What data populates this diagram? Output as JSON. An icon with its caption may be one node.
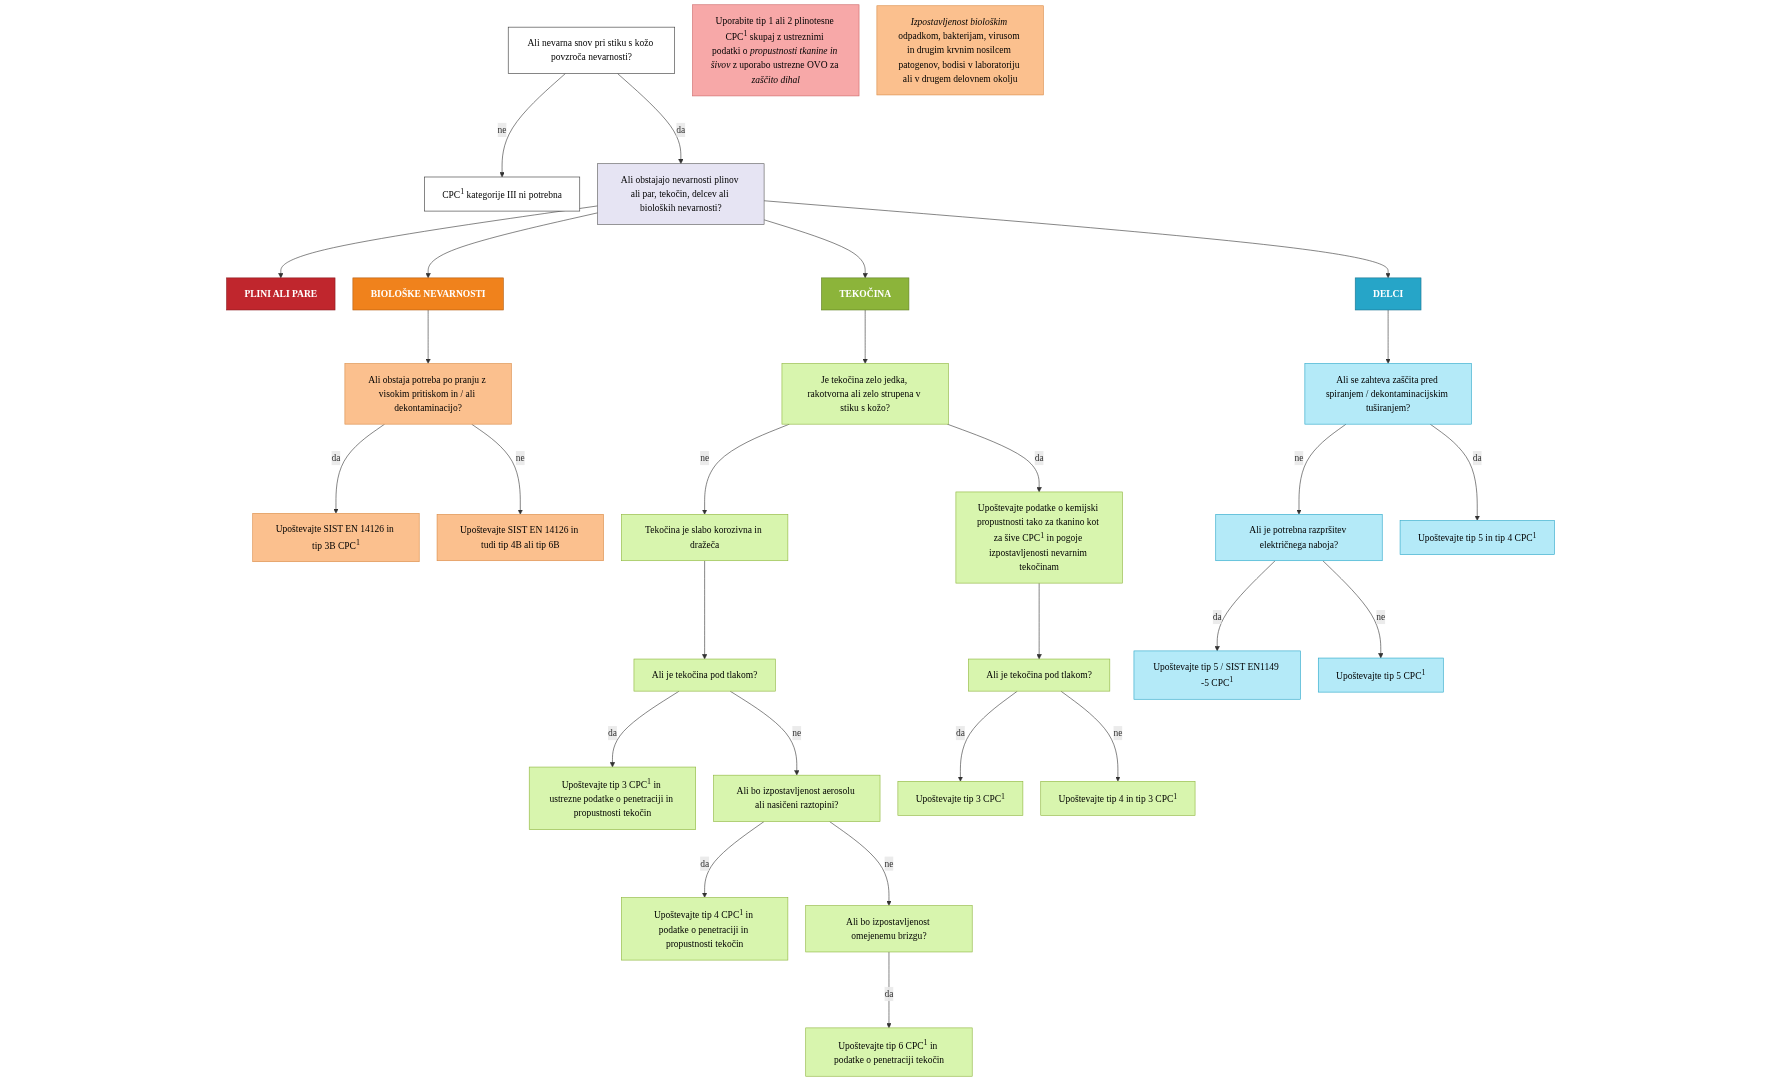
{
  "diagram": {
    "nodes": [
      {
        "text": [
          "Ali nevarna snov pri stiku s kožo povzroča nevarnosti?"
        ]
      },
      {
        "text": [
          "CPC$^{1}$ kategorije III ni potrebna"
        ]
      },
      {
        "text": [
          "Uporabite tip 1 ali 2 plinotesne CPC$^{1}$ skupaj z ustreznimi podatki o *propustnosti tkanine in šivov* z uporabo ustrezne OVO za *zaščito dihal*"
        ]
      },
      {
        "text": [
          "PLINI ALI PARE"
        ]
      },
      {
        "text": [
          "Ali obstajajo nevarnosti plinov ali par, tekočin, delcev ali bioloških nevarnosti?"
        ]
      },
      {
        "text": [
          "BIOLOŠKE NEVARNOSTI"
        ]
      },
      {
        "text": [
          "*Izpostavljenost biološkim* odpadkom, bakterijam, virusom in drugim krvnim nosilcem patogenov, bodisi v laboratoriju ali v drugem delovnem okolju"
        ]
      },
      {
        "text": [
          "Ali obstaja potreba po pranju z visokim pritiskom in / ali dekontaminacijo?"
        ]
      },
      {
        "text": [
          "Upoštevajte SIST EN 14126 in tip 3B CPC$^{1}$"
        ]
      },
      {
        "text": [
          "TEKOČINA"
        ]
      },
      {
        "text": [
          "DELCI"
        ]
      },
      {
        "text": [
          "Upoštevajte SIST EN 14126 in tudi tip 4B ali tip 6B"
        ]
      },
      {
        "text": [
          "Tekočina je slabo korozivna in dražeča"
        ]
      },
      {
        "text": [
          "Je tekočina zelo jedka, rakotvorna ali zelo strupena v stiku s kožo?"
        ]
      },
      {
        "text": [
          "Ali se zahteva zaščita pred spiranjem / dekontaminacijskim tuširanjem?"
        ]
      },
      {
        "text": [
          "Ali je potrebna razpršitev električnega naboja?"
        ]
      },
      {
        "text": [
          "Upoštevajte tip 5 / SIST EN1149 -5 CPC$^{1}$"
        ]
      },
      {
        "text": [
          "Upoštevajte tip 3 CPC$^{1}$ in ustrezne podatke o penetraciji in propustnosti tekočin"
        ]
      },
      {
        "text": [
          "Ali je tekočina pod tlakom?"
        ]
      },
      {
        "text": [
          "Upoštevajte podatke o kemijski propustnosti tako za tkanino kot za šive CPC$^{1}$ in pogoje izpostavljenosti nevarnim tekočinam"
        ]
      },
      {
        "text": [
          "Upoštevajte tip 5 in tip 4 CPC$^{1}$"
        ]
      },
      {
        "text": [
          "Upoštevajte tip 5 CPC$^{1}$"
        ]
      },
      {
        "text": [
          "Upoštevajte tip 4 CPC$^{1}$ in podatke o penetraciji in propustnosti tekočin"
        ]
      },
      {
        "text": [
          "Ali bo izpostavljenost aerosolu ali nasičeni raztopini?"
        ]
      },
      {
        "text": [
          "Ali je tekočina pod tlakom?"
        ]
      },
      {
        "text": [
          "Upoštevajte tip 3 CPC$^{1}$"
        ]
      },
      {
        "text": [
          "Upoštevajte tip 6 CPC$^{1}$ in podatke o penetraciji tekočin"
        ]
      },
      {
        "text": [
          "Ali bo izpostavljenost omejenemu brizgu?"
        ]
      },
      {
        "text": [
          "Upoštevajte tip 4 in tip 3 CPC$^{1}$"
        ]
      }
    ],
    "edges": [
      {
        "from": 0,
        "to": 1,
        "arrow": "to",
        "label": "ne"
      },
      {
        "from": 0,
        "to": 4,
        "arrow": "to",
        "label": "da"
      },
      {
        "from": 4,
        "to": 3,
        "arrow": "to"
      },
      {
        "from": 4,
        "to": 5,
        "arrow": "to"
      },
      {
        "from": 4,
        "to": 9,
        "arrow": "to"
      },
      {
        "from": 4,
        "to": 10,
        "arrow": "to"
      },
      {
        "from": 5,
        "to": 7,
        "arrow": "to"
      },
      {
        "from": 7,
        "to": 8,
        "arrow": "to",
        "label": "da"
      },
      {
        "from": 7,
        "to": 11,
        "arrow": "to",
        "label": "ne"
      },
      {
        "from": 9,
        "to": 13,
        "arrow": "to"
      },
      {
        "from": 13,
        "to": 12,
        "arrow": "to",
        "label": "ne"
      },
      {
        "from": 13,
        "to": 19,
        "arrow": "to",
        "label": "da"
      },
      {
        "from": 12,
        "to": 18,
        "arrow": "to"
      },
      {
        "from": 18,
        "to": 17,
        "arrow": "to",
        "label": "da"
      },
      {
        "from": 18,
        "to": 23,
        "arrow": "to",
        "label": "ne"
      },
      {
        "from": 23,
        "to": 22,
        "arrow": "to",
        "label": "da"
      },
      {
        "from": 23,
        "to": 27,
        "arrow": "to",
        "label": "ne"
      },
      {
        "from": 27,
        "to": 26,
        "arrow": "to",
        "label": "da"
      },
      {
        "from": 19,
        "to": 24,
        "arrow": "to"
      },
      {
        "from": 24,
        "to": 25,
        "arrow": "to",
        "label": "da"
      },
      {
        "from": 24,
        "to": 28,
        "arrow": "to",
        "label": "ne"
      },
      {
        "from": 10,
        "to": 14,
        "arrow": "to"
      },
      {
        "from": 14,
        "to": 15,
        "arrow": "to",
        "label": "ne"
      },
      {
        "from": 14,
        "to": 20,
        "arrow": "to",
        "label": "da"
      },
      {
        "from": 15,
        "to": 16,
        "arrow": "to",
        "label": "da"
      },
      {
        "from": 15,
        "to": 21,
        "arrow": "to",
        "label": "ne"
      }
    ]
  }
}
